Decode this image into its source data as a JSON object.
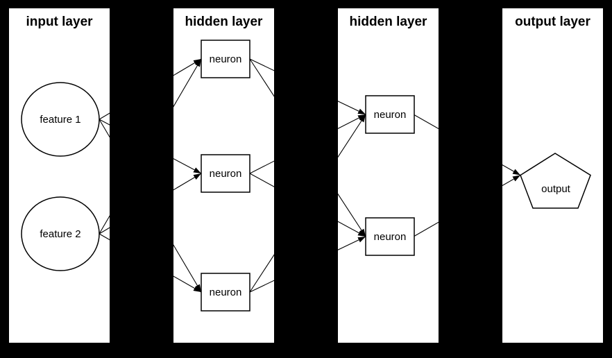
{
  "colors": {
    "background": "#000000",
    "panel": "#ffffff",
    "line": "#000000",
    "text": "#000000"
  },
  "layers": [
    {
      "title": "input layer",
      "nodes": [
        {
          "id": "feature-1",
          "label": "feature 1",
          "shape": "ellipse"
        },
        {
          "id": "feature-2",
          "label": "feature 2",
          "shape": "ellipse"
        }
      ]
    },
    {
      "title": "hidden layer",
      "nodes": [
        {
          "id": "hidden1-neuron-1",
          "label": "neuron",
          "shape": "box"
        },
        {
          "id": "hidden1-neuron-2",
          "label": "neuron",
          "shape": "box"
        },
        {
          "id": "hidden1-neuron-3",
          "label": "neuron",
          "shape": "box"
        }
      ]
    },
    {
      "title": "hidden layer",
      "nodes": [
        {
          "id": "hidden2-neuron-1",
          "label": "neuron",
          "shape": "box"
        },
        {
          "id": "hidden2-neuron-2",
          "label": "neuron",
          "shape": "box"
        }
      ]
    },
    {
      "title": "output layer",
      "nodes": [
        {
          "id": "output",
          "label": "output",
          "shape": "pentagon"
        }
      ]
    }
  ],
  "edges": [
    {
      "from": "feature-1",
      "to": "hidden1-neuron-1"
    },
    {
      "from": "feature-1",
      "to": "hidden1-neuron-2"
    },
    {
      "from": "feature-1",
      "to": "hidden1-neuron-3"
    },
    {
      "from": "feature-2",
      "to": "hidden1-neuron-1"
    },
    {
      "from": "feature-2",
      "to": "hidden1-neuron-2"
    },
    {
      "from": "feature-2",
      "to": "hidden1-neuron-3"
    },
    {
      "from": "hidden1-neuron-1",
      "to": "hidden2-neuron-1"
    },
    {
      "from": "hidden1-neuron-1",
      "to": "hidden2-neuron-2"
    },
    {
      "from": "hidden1-neuron-2",
      "to": "hidden2-neuron-1"
    },
    {
      "from": "hidden1-neuron-2",
      "to": "hidden2-neuron-2"
    },
    {
      "from": "hidden1-neuron-3",
      "to": "hidden2-neuron-1"
    },
    {
      "from": "hidden1-neuron-3",
      "to": "hidden2-neuron-2"
    },
    {
      "from": "hidden2-neuron-1",
      "to": "output"
    },
    {
      "from": "hidden2-neuron-2",
      "to": "output"
    }
  ]
}
